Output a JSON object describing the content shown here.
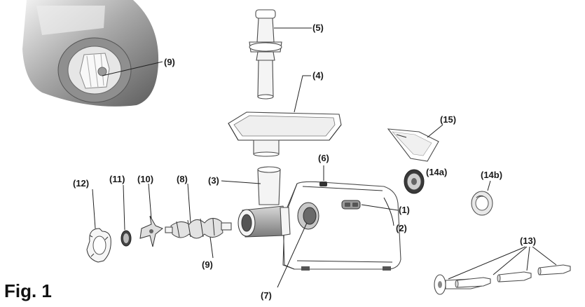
{
  "figure": {
    "caption": "Fig. 1"
  },
  "labels": {
    "l1": "(1)",
    "l2": "(2)",
    "l3": "(3)",
    "l4": "(4)",
    "l5": "(5)",
    "l6": "(6)",
    "l7": "(7)",
    "l8": "(8)",
    "l9_inset": "(9)",
    "l9": "(9)",
    "l10": "(10)",
    "l11": "(11)",
    "l12": "(12)",
    "l13": "(13)",
    "l14a": "(14a)",
    "l14b": "(14b)",
    "l15": "(15)"
  }
}
